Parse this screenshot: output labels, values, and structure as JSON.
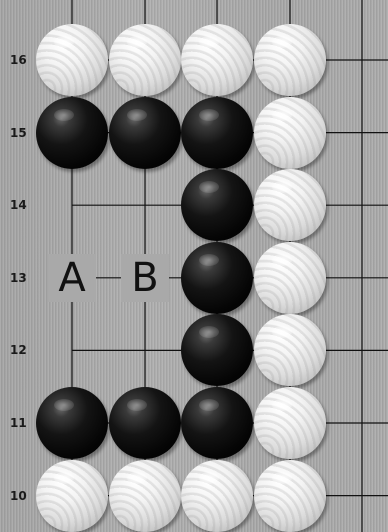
{
  "board": {
    "row_labels": [
      "16",
      "15",
      "14",
      "13",
      "12",
      "11",
      "10"
    ],
    "marks": [
      {
        "label": "A",
        "col": 0,
        "row": 13
      },
      {
        "label": "B",
        "col": 1,
        "row": 13
      }
    ],
    "stones": [
      {
        "color": "white",
        "col": 0,
        "row": 16
      },
      {
        "color": "white",
        "col": 1,
        "row": 16
      },
      {
        "color": "white",
        "col": 2,
        "row": 16
      },
      {
        "color": "white",
        "col": 3,
        "row": 16
      },
      {
        "color": "black",
        "col": 0,
        "row": 15
      },
      {
        "color": "black",
        "col": 1,
        "row": 15
      },
      {
        "color": "black",
        "col": 2,
        "row": 15
      },
      {
        "color": "white",
        "col": 3,
        "row": 15
      },
      {
        "color": "black",
        "col": 2,
        "row": 14
      },
      {
        "color": "white",
        "col": 3,
        "row": 14
      },
      {
        "color": "black",
        "col": 2,
        "row": 13
      },
      {
        "color": "white",
        "col": 3,
        "row": 13
      },
      {
        "color": "black",
        "col": 2,
        "row": 12
      },
      {
        "color": "white",
        "col": 3,
        "row": 12
      },
      {
        "color": "black",
        "col": 0,
        "row": 11
      },
      {
        "color": "black",
        "col": 1,
        "row": 11
      },
      {
        "color": "black",
        "col": 2,
        "row": 11
      },
      {
        "color": "white",
        "col": 3,
        "row": 11
      },
      {
        "color": "white",
        "col": 0,
        "row": 10
      },
      {
        "color": "white",
        "col": 1,
        "row": 10
      },
      {
        "color": "white",
        "col": 2,
        "row": 10
      },
      {
        "color": "white",
        "col": 3,
        "row": 10
      }
    ]
  },
  "colors": {
    "board": "#a9a9a9",
    "line": "#111111"
  }
}
